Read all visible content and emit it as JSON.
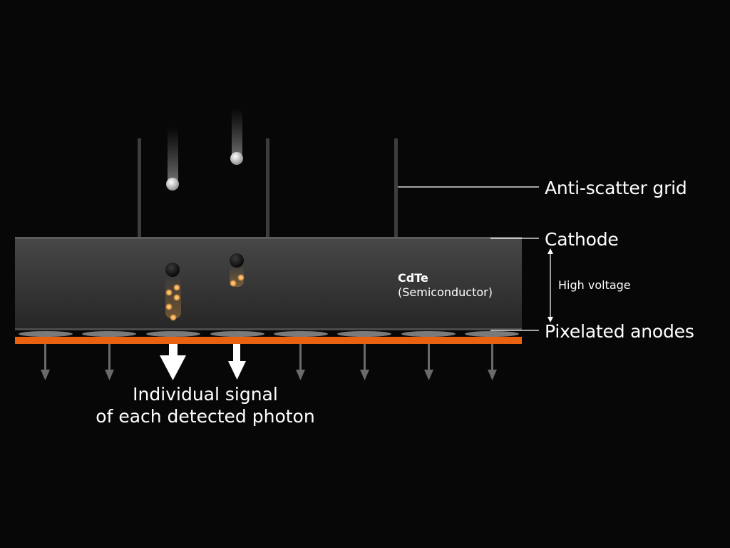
{
  "labels": {
    "anti_scatter_grid": "Anti-scatter grid",
    "cathode": "Cathode",
    "high_voltage": "High voltage",
    "pixelated_anodes": "Pixelated anodes",
    "material_name": "CdTe",
    "material_type": "(Semiconductor)",
    "signal_line1": "Individual signal",
    "signal_line2": "of each detected photon"
  },
  "colors": {
    "background": "#070707",
    "anode_strip": "#e8620f",
    "charge_glow": "#f4a64a",
    "text": "#ffffff"
  },
  "icons": {
    "photon": "incoming-photon-icon",
    "charge": "charge-carrier-icon",
    "signal": "signal-arrow-icon"
  }
}
